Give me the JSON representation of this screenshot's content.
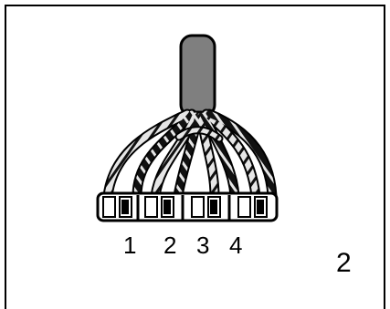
{
  "diagram": {
    "pin_labels": [
      "1",
      "2",
      "3",
      "4"
    ],
    "figure_number": "2",
    "colors": {
      "cable_jacket": "#7f7f7f",
      "outline": "#000000",
      "wire_light": "#e6e6e6",
      "wire_dark": "#111111",
      "connector_body": "#ffffff",
      "background": "#ffffff"
    }
  }
}
